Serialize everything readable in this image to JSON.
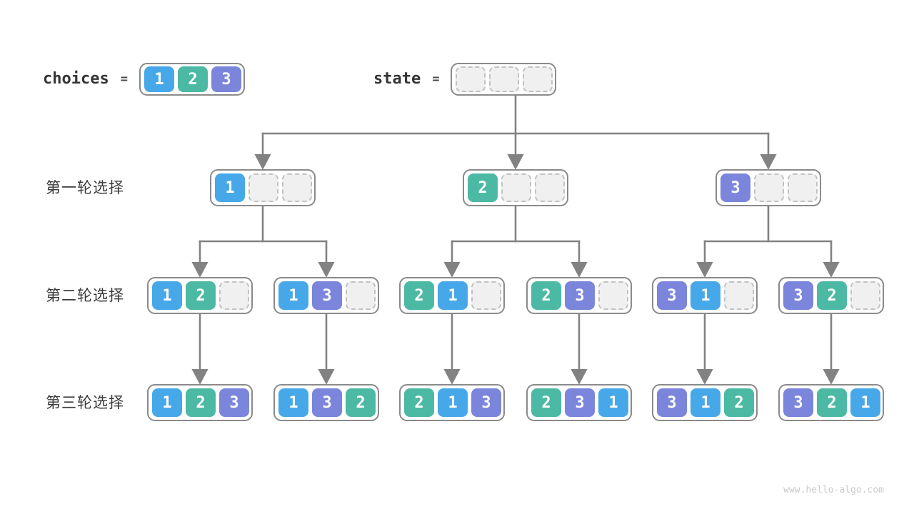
{
  "header": {
    "choices_label": "choices",
    "choices_equals": "=",
    "choices_values": [
      "1",
      "2",
      "3"
    ],
    "state_label": "state",
    "state_equals": "=",
    "state_values": [
      null,
      null,
      null
    ]
  },
  "value_colors": {
    "1": "#47a8e9",
    "2": "#4cb9a4",
    "3": "#7b85dc"
  },
  "palette": {
    "box_border": "#8a8a8a",
    "empty_cell_fill": "#f0f0f0",
    "empty_cell_border": "#c2c2c2",
    "arrow": "#828282",
    "label_text": "#3a3a3a",
    "cell_text": "#ffffff"
  },
  "rows": [
    {
      "label": "第一轮选择",
      "nodes": [
        [
          "1",
          null,
          null
        ],
        [
          "2",
          null,
          null
        ],
        [
          "3",
          null,
          null
        ]
      ]
    },
    {
      "label": "第二轮选择",
      "nodes": [
        [
          "1",
          "2",
          null
        ],
        [
          "1",
          "3",
          null
        ],
        [
          "2",
          "1",
          null
        ],
        [
          "2",
          "3",
          null
        ],
        [
          "3",
          "1",
          null
        ],
        [
          "3",
          "2",
          null
        ]
      ]
    },
    {
      "label": "第三轮选择",
      "nodes": [
        [
          "1",
          "2",
          "3"
        ],
        [
          "1",
          "3",
          "2"
        ],
        [
          "2",
          "1",
          "3"
        ],
        [
          "2",
          "3",
          "1"
        ],
        [
          "3",
          "1",
          "2"
        ],
        [
          "3",
          "2",
          "1"
        ]
      ]
    }
  ],
  "watermark": "www.hello-algo.com"
}
